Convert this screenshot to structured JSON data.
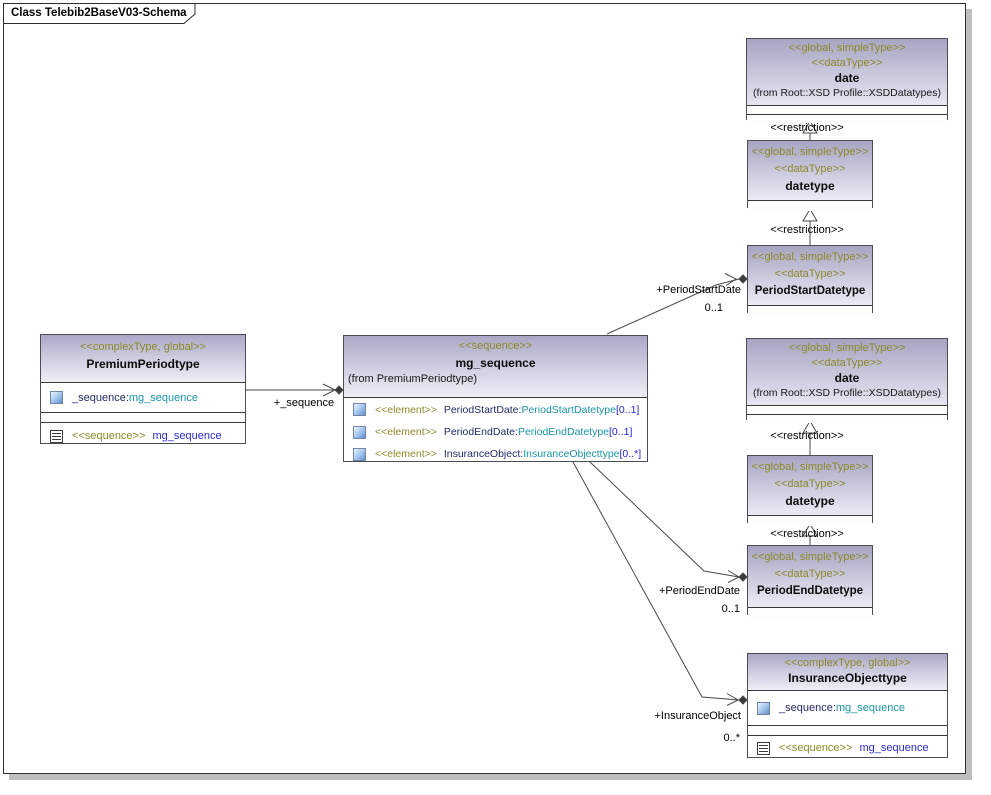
{
  "frame": {
    "title": "Class Telebib2BaseV03-Schema"
  },
  "colors": {
    "stereotype_olive": "#8a8a29",
    "attr_name_navy": "#232a63",
    "type_teal": "#1b94a5",
    "multiplicity_blue": "#2525d8",
    "operation_blue": "#2c2cd0",
    "header_gradient_top": "#a7a4c2",
    "header_gradient_bottom": "#f4f3fa",
    "shadow_gray": "#bfbfbf"
  },
  "classes": [
    {
      "id": "date-top",
      "stereo1": "<<global, simpleType>>",
      "stereo2": "<<dataType>>",
      "name": "date",
      "from": "(from Root::XSD Profile::XSDDatatypes)"
    },
    {
      "id": "datetype-top",
      "stereo1": "<<global, simpleType>>",
      "stereo2": "<<dataType>>",
      "name": "datetype"
    },
    {
      "id": "periodstartdatetype",
      "stereo1": "<<global, simpleType>>",
      "stereo2": "<<dataType>>",
      "name": "PeriodStartDatetype"
    },
    {
      "id": "premiumperiodtype",
      "stereo1": "<<complexType, global>>",
      "name": "PremiumPeriodtype",
      "attr": {
        "name": "_sequence:",
        "type": "mg_sequence"
      },
      "op": {
        "stereo": "<<sequence>>",
        "name": "mg_sequence"
      }
    },
    {
      "id": "mg-sequence",
      "stereo1": "<<sequence>>",
      "name": "mg_sequence",
      "from": "(from PremiumPeriodtype)",
      "elements": [
        {
          "stereo": "<<element>>",
          "name": "PeriodStartDate:",
          "type": "PeriodStartDatetype",
          "mult": "[0..1]"
        },
        {
          "stereo": "<<element>>",
          "name": "PeriodEndDate:",
          "type": "PeriodEndDatetype",
          "mult": "[0..1]"
        },
        {
          "stereo": "<<element>>",
          "name": "InsuranceObject:",
          "type": "InsuranceObjecttype",
          "mult": "[0..*]"
        }
      ]
    },
    {
      "id": "date-mid",
      "stereo1": "<<global, simpleType>>",
      "stereo2": "<<dataType>>",
      "name": "date",
      "from": "(from Root::XSD Profile::XSDDatatypes)"
    },
    {
      "id": "datetype-mid",
      "stereo1": "<<global, simpleType>>",
      "stereo2": "<<dataType>>",
      "name": "datetype"
    },
    {
      "id": "periodenddatetype",
      "stereo1": "<<global, simpleType>>",
      "stereo2": "<<dataType>>",
      "name": "PeriodEndDatetype"
    },
    {
      "id": "insuranceobjecttype",
      "stereo1": "<<complexType, global>>",
      "name": "InsuranceObjecttype",
      "attr": {
        "name": "_sequence:",
        "type": "mg_sequence"
      },
      "op": {
        "stereo": "<<sequence>>",
        "name": "mg_sequence"
      }
    }
  ],
  "connectors": {
    "sequence_role": "+_sequence",
    "restriction_label": "<<restriction>>",
    "period_start": {
      "role": "+PeriodStartDate",
      "mult": "0..1"
    },
    "period_end": {
      "role": "+PeriodEndDate",
      "mult": "0..1"
    },
    "insurance_object": {
      "role": "+InsuranceObject",
      "mult": "0..*"
    }
  }
}
